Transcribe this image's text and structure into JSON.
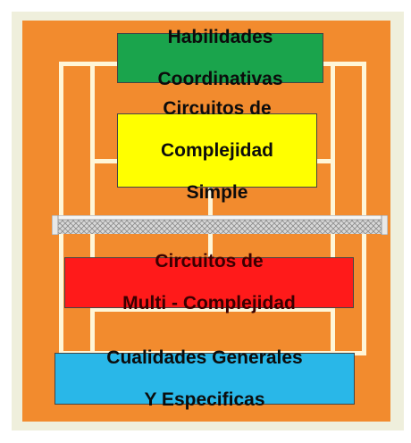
{
  "diagram": {
    "boxes": {
      "habilidades": {
        "line1": "Habilidades",
        "line2": "Coordinativas",
        "color": "#1aa44c"
      },
      "simple": {
        "line1": "Circuitos de",
        "line2": "Complejidad",
        "line3": "Simple",
        "color": "#ffff00"
      },
      "multi": {
        "line1": "Circuitos de",
        "line2": "Multi - Complejidad",
        "color": "#ff1a1a"
      },
      "cualidades": {
        "line1": "Cualidades Generales",
        "line2": "Y Especificas",
        "color": "#29b7e8"
      }
    },
    "colors": {
      "court": "#f28b2e",
      "lines": "#fff6d8",
      "frame": "#efefdc"
    }
  }
}
